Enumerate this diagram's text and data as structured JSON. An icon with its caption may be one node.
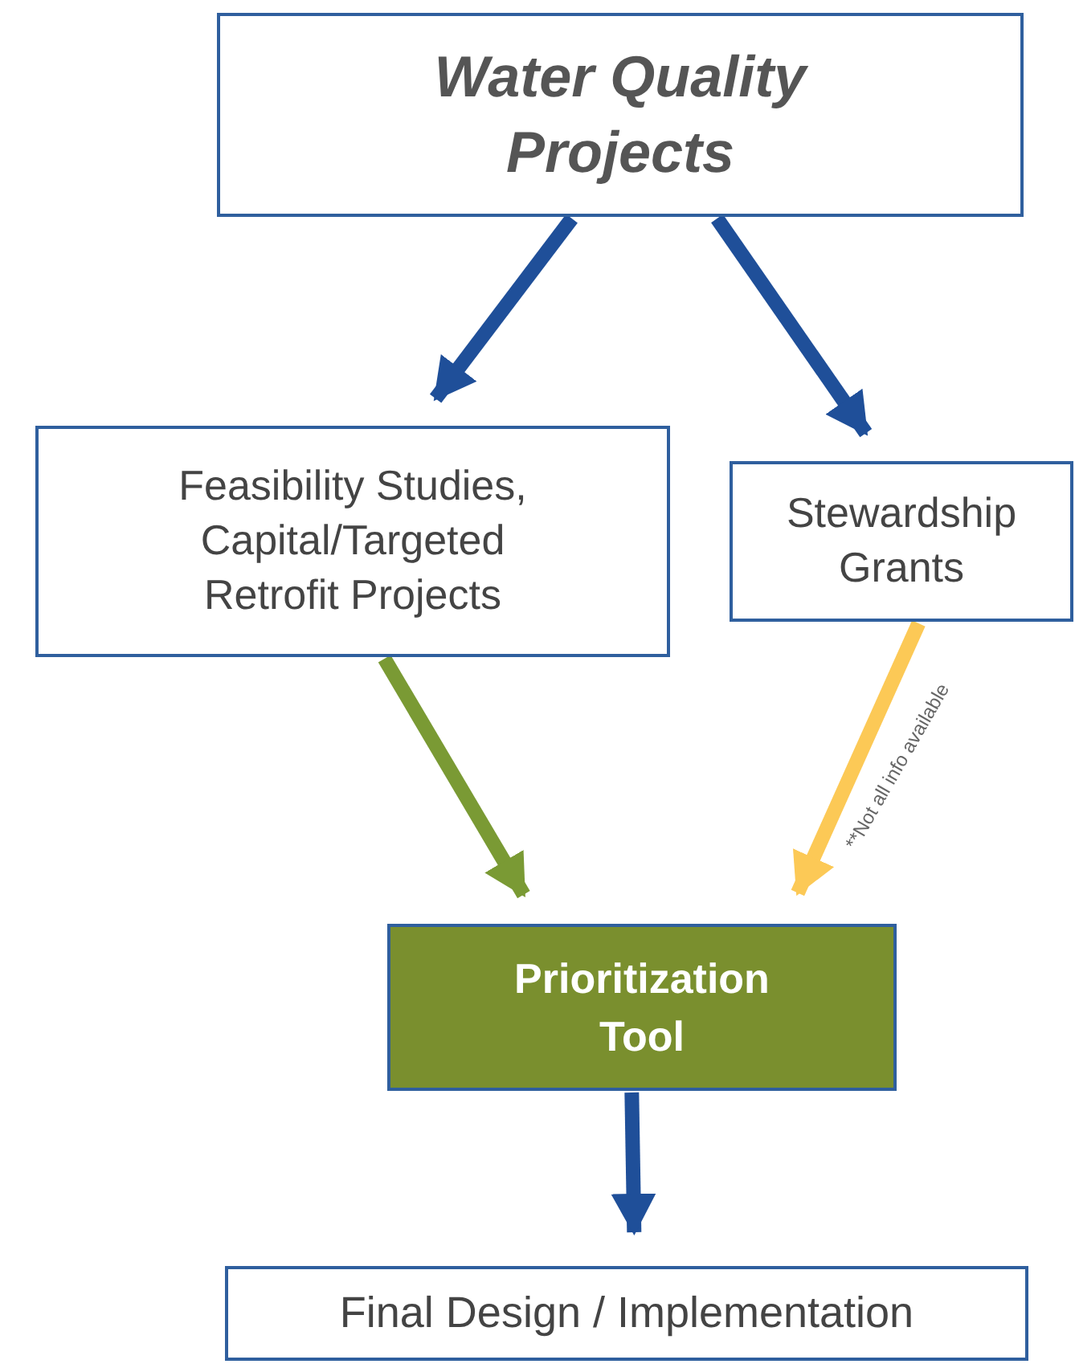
{
  "diagram": {
    "nodes": [
      {
        "text": [
          "Water Quality Projects"
        ]
      },
      {
        "text": [
          "Feasibility Studies, Capital/Targeted Retrofit Projects"
        ]
      },
      {
        "text": [
          "Stewardship Grants"
        ]
      },
      {
        "text": [
          "Prioritization Tool"
        ]
      },
      {
        "text": [
          "Final Design / Implementation"
        ]
      }
    ],
    "edges": [
      {
        "from": 0,
        "to": 1,
        "arrow": "to"
      },
      {
        "from": 0,
        "to": 2,
        "arrow": "to"
      },
      {
        "from": 1,
        "to": 3,
        "arrow": "to",
        "color": "#7a9a34"
      },
      {
        "from": 2,
        "to": 3,
        "arrow": "to",
        "color": "#fcc956",
        "label": "**Not all info available"
      },
      {
        "from": 3,
        "to": 4,
        "arrow": "to"
      }
    ]
  }
}
